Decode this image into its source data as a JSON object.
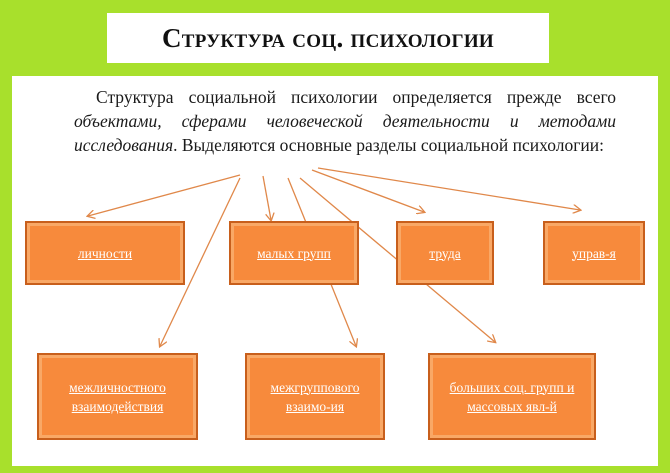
{
  "title": "Структура соц. психологии",
  "paragraph": {
    "t1": "Структура социальной психологии определяется прежде всего ",
    "t2": "объектами, сферами человеческой деятельности и методами исследования",
    "t3": ". Выделяются основные разделы социальной психологии:"
  },
  "boxes": {
    "personality": "личности",
    "small_groups": "малых групп",
    "labor": "труда",
    "management": "управ-я",
    "interpersonal": "межличностного взаимодействия",
    "intergroup": "межгруппового взаимо-ия",
    "large_groups": "больших соц. групп и массовых явл-й"
  },
  "colors": {
    "background": "#a8e02c",
    "box_fill": "#f78a3c",
    "box_border": "#c85f1c",
    "arrow": "#e0884a"
  }
}
